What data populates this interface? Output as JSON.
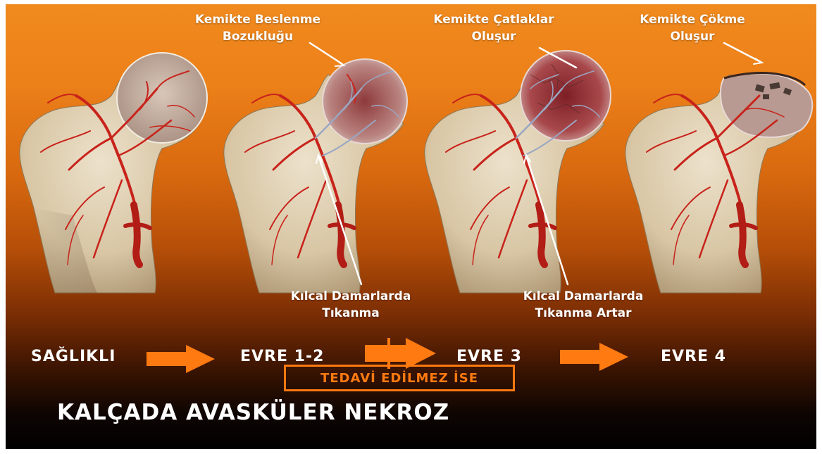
{
  "labels": {
    "nutrition_line1": "Kemikte Beslenme",
    "nutrition_line2": "Bozukluğu",
    "cracks_line1": "Kemikte Çatlaklar",
    "cracks_line2": "Oluşur",
    "collapse_line1": "Kemikte Çökme",
    "collapse_line2": "Oluşur",
    "capillary1_line1": "Kılcal Damarlarda",
    "capillary1_line2": "Tıkanma",
    "capillary2_line1": "Kılcal Damarlarda",
    "capillary2_line2": "Tıkanma Artar"
  },
  "stages": {
    "healthy": "SAĞLIKLI",
    "stage_1_2": "EVRE 1-2",
    "stage_3": "EVRE 3",
    "stage_4": "EVRE 4"
  },
  "treatment_note": "TEDAVİ EDİLMEZ İSE",
  "title": "KALÇADA AVASKÜLER NEKROZ",
  "colors": {
    "background_top": "#f08a1e",
    "arrow": "#ff7a10",
    "artery": "#c8231b",
    "bone": "#d9c8a8",
    "capillary": "#9aa7c2"
  },
  "icons": {
    "stage_arrow": "right-arrow-icon",
    "pointer": "pointer-line-icon"
  }
}
